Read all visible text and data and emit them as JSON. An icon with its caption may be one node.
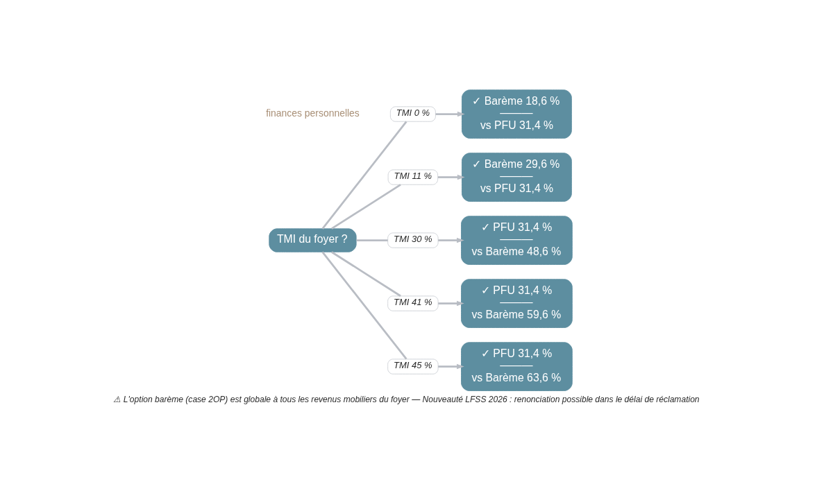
{
  "diagram": {
    "caption": "⚠ L'option barème (case 2OP) est globale à tous les revenus mobiliers du foyer — Nouveauté LFSS 2026 : renonciation possible dans le délai de réclamation",
    "nodes": [
      {
        "text": [
          "TMI du foyer ?"
        ]
      },
      {
        "text": [
          "TMI 0 %"
        ]
      },
      {
        "text": [
          "✓ Barème 18,6 %",
          "———",
          "vs PFU 31,4 %"
        ]
      },
      {
        "text": [
          "TMI 11 %"
        ]
      },
      {
        "text": [
          "✓ Barème 29,6 %",
          "———",
          "vs PFU 31,4 %"
        ]
      },
      {
        "text": [
          "TMI 30 %"
        ]
      },
      {
        "text": [
          "✓ PFU 31,4 %",
          "———",
          "vs Barème 48,6 %"
        ]
      },
      {
        "text": [
          "TMI 41 %"
        ]
      },
      {
        "text": [
          "✓ PFU 31,4 %",
          "———",
          "vs Barème 59,6 %"
        ]
      },
      {
        "text": [
          "TMI 45 %"
        ]
      },
      {
        "text": [
          "✓ PFU 31,4 %",
          "———",
          "vs Barème 63,6 %"
        ]
      }
    ],
    "edges": [
      {
        "from": 0,
        "to": 1,
        "arrow": "none"
      },
      {
        "from": 1,
        "to": 2,
        "arrow": "to"
      },
      {
        "from": 0,
        "to": 3,
        "arrow": "none"
      },
      {
        "from": 3,
        "to": 4,
        "arrow": "to"
      },
      {
        "from": 0,
        "to": 5,
        "arrow": "none"
      },
      {
        "from": 5,
        "to": 6,
        "arrow": "to"
      },
      {
        "from": 0,
        "to": 7,
        "arrow": "none"
      },
      {
        "from": 7,
        "to": 8,
        "arrow": "to"
      },
      {
        "from": 0,
        "to": 9,
        "arrow": "none"
      },
      {
        "from": 9,
        "to": 10,
        "arrow": "to"
      }
    ],
    "labels": [
      "finances personnelles"
    ]
  }
}
